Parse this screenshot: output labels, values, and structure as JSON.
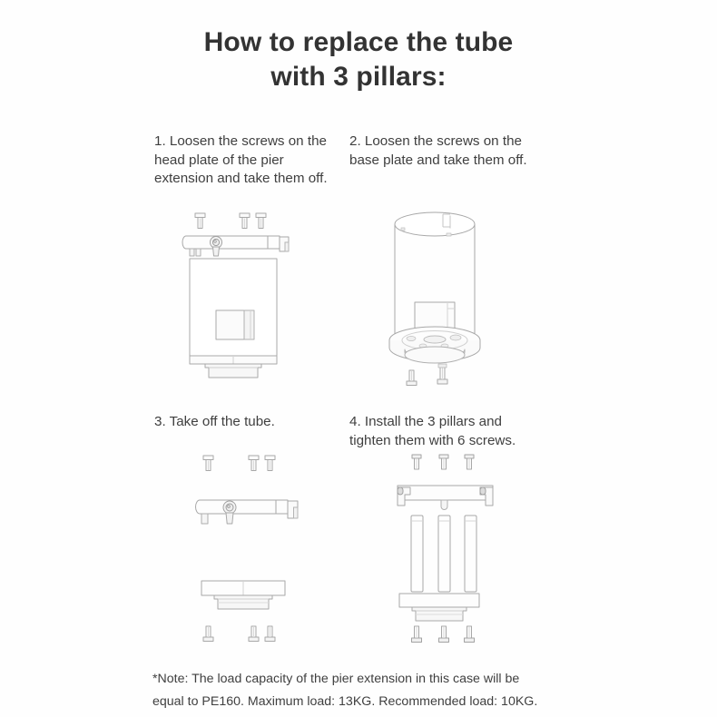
{
  "document": {
    "title_lines": [
      "How to replace the tube",
      "with 3 pillars:"
    ],
    "line_color": "#b3b3b3",
    "text_color": "#3f3f3f",
    "background": "#fefefe"
  },
  "steps": [
    {
      "number": "1",
      "text": "1. Loosen the screws on the head plate of the pier extension and take them off.",
      "figure_name": "head-plate-with-tube-diagram",
      "parts": [
        "screw",
        "screw",
        "screw",
        "head-plate",
        "tube-body",
        "base-flange"
      ],
      "screw_count_top": 3
    },
    {
      "number": "2",
      "text": "2. Loosen the screws on the base plate and take them off.",
      "figure_name": "tube-with-base-plate-diagram",
      "parts": [
        "tube-cylinder",
        "base-plate-disk",
        "screw",
        "screw"
      ],
      "screw_count_bottom": 2
    },
    {
      "number": "3",
      "text": "3. Take off the tube.",
      "figure_name": "head-plate-and-base-plate-separated-diagram",
      "parts": [
        "screw",
        "screw",
        "screw",
        "head-plate",
        "base-plate",
        "screw",
        "screw",
        "screw"
      ],
      "screw_count_top": 3,
      "screw_count_bottom": 3
    },
    {
      "number": "4",
      "text": "4. Install the 3 pillars and tighten them with 6 screws.",
      "figure_name": "three-pillars-assembly-diagram",
      "parts": [
        "screw",
        "screw",
        "screw",
        "head-plate",
        "pillar",
        "pillar",
        "pillar",
        "base-plate",
        "screw",
        "screw",
        "screw"
      ],
      "screw_count_top": 3,
      "screw_count_bottom": 3,
      "pillar_count": 3
    }
  ],
  "note": {
    "lines": [
      "*Note: The load capacity of the pier extension in this case will be",
      "equal to PE160. Maximum load: 13KG. Recommended load: 10KG."
    ],
    "model": "PE160",
    "maximum_load": "13KG",
    "recommended_load": "10KG"
  }
}
